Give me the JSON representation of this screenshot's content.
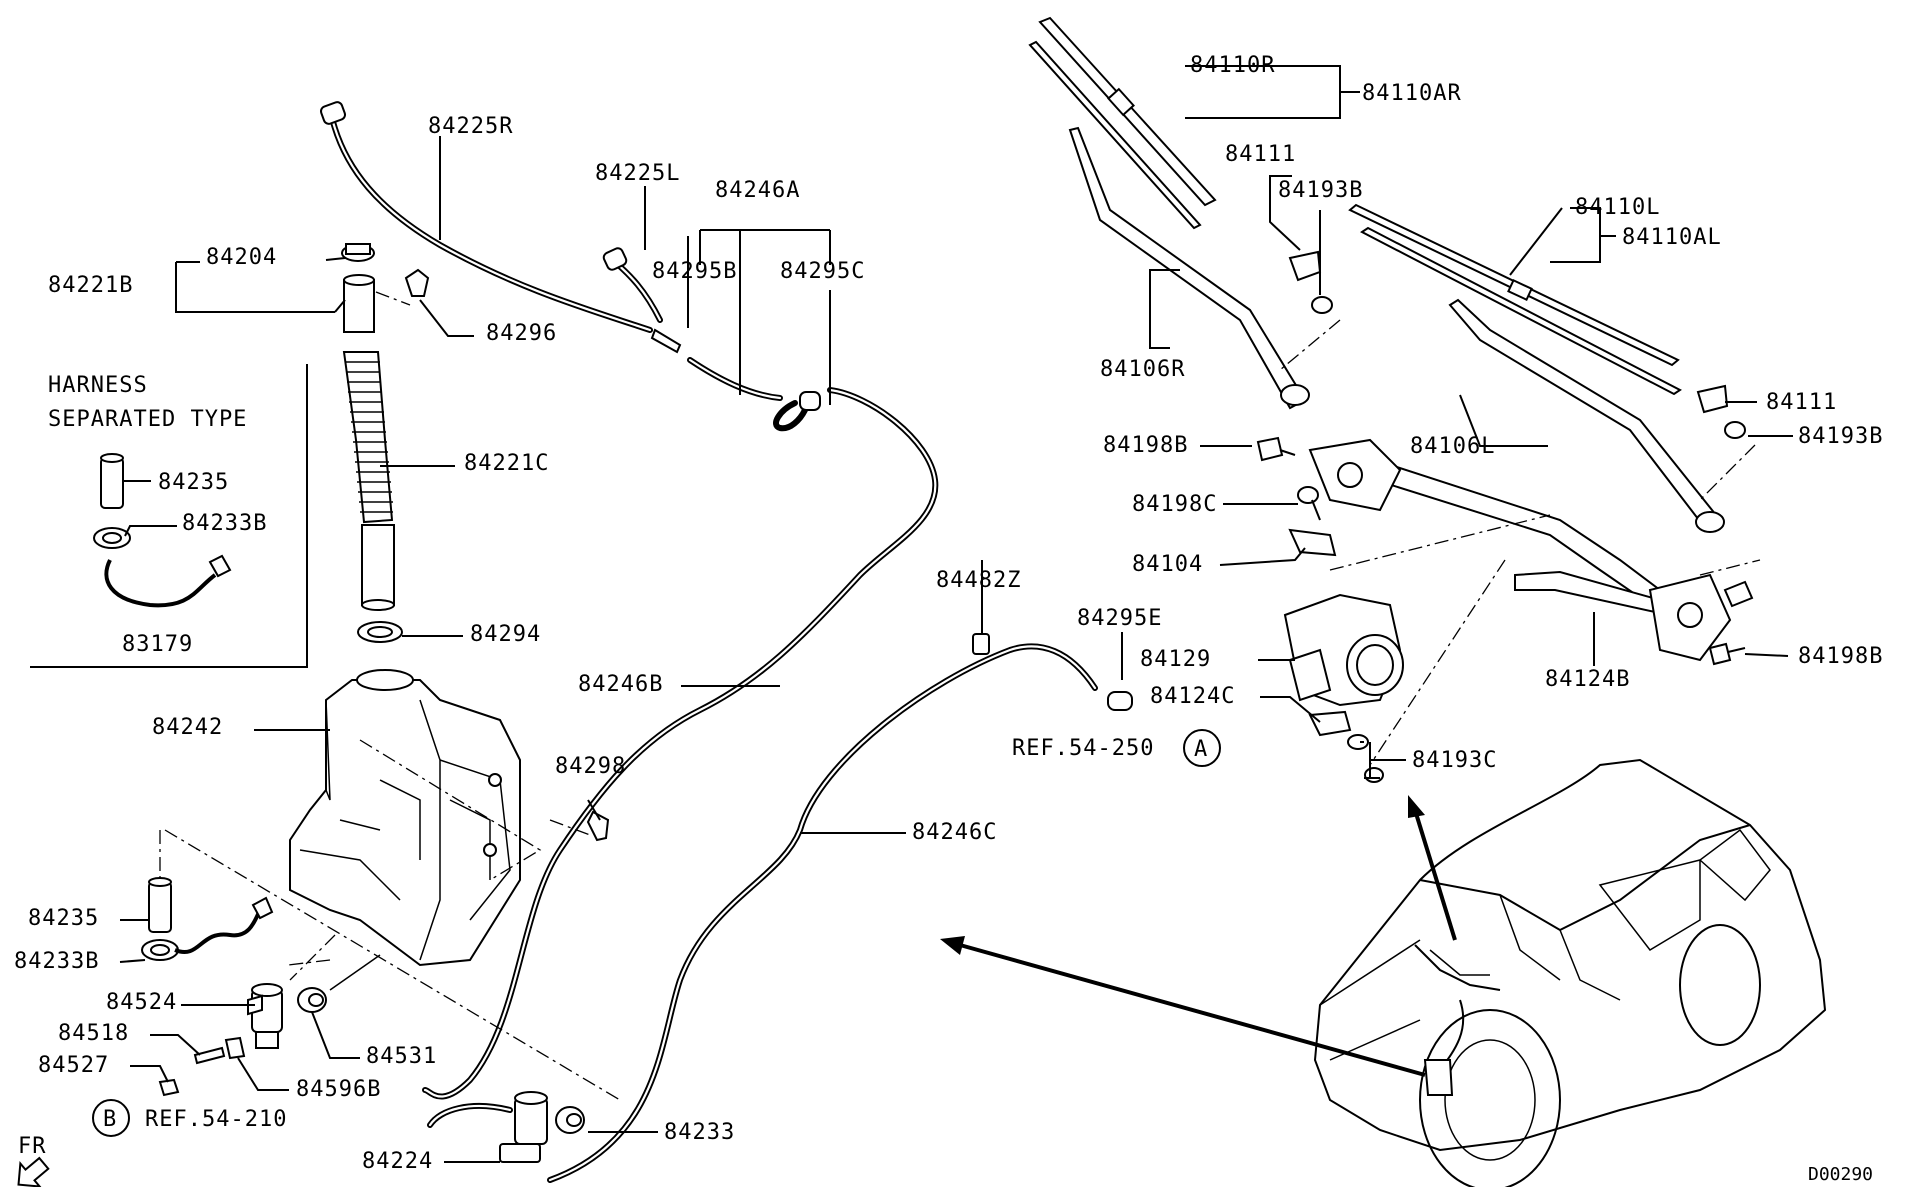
{
  "diagram_code": "D00290",
  "harness_note": {
    "line1": "HARNESS",
    "line2": "SEPARATED TYPE"
  },
  "fr_label": "FR",
  "refs": {
    "ref_a": {
      "text": "REF.54-250",
      "circle": "A"
    },
    "ref_b": {
      "text": "REF.54-210",
      "circle": "B"
    }
  },
  "labels": {
    "p84225R": "84225R",
    "p84225L": "84225L",
    "p84246A": "84246A",
    "p84295B": "84295B",
    "p84295C": "84295C",
    "p84221B": "84221B",
    "p84204": "84204",
    "p84296": "84296",
    "p84221C": "84221C",
    "p84235_h": "84235",
    "p84233B_h": "84233B",
    "p83179": "83179",
    "p84294": "84294",
    "p84242": "84242",
    "p84246B": "84246B",
    "p84298": "84298",
    "p84235": "84235",
    "p84233B": "84233B",
    "p84524": "84524",
    "p84518": "84518",
    "p84527": "84527",
    "p84531": "84531",
    "p84596B": "84596B",
    "p84246C": "84246C",
    "p84233": "84233",
    "p84224": "84224",
    "p84482Z": "84482Z",
    "p84295E": "84295E",
    "p84129": "84129",
    "p84124C": "84124C",
    "p84193C": "84193C",
    "p84110R": "84110R",
    "p84110AR": "84110AR",
    "p84111_top": "84111",
    "p84193B_top": "84193B",
    "p84110L": "84110L",
    "p84110AL": "84110AL",
    "p84106R": "84106R",
    "p84111_right": "84111",
    "p84193B_right": "84193B",
    "p84106L": "84106L",
    "p84198B_left": "84198B",
    "p84198C": "84198C",
    "p84104": "84104",
    "p84124B": "84124B",
    "p84198B_right": "84198B"
  }
}
